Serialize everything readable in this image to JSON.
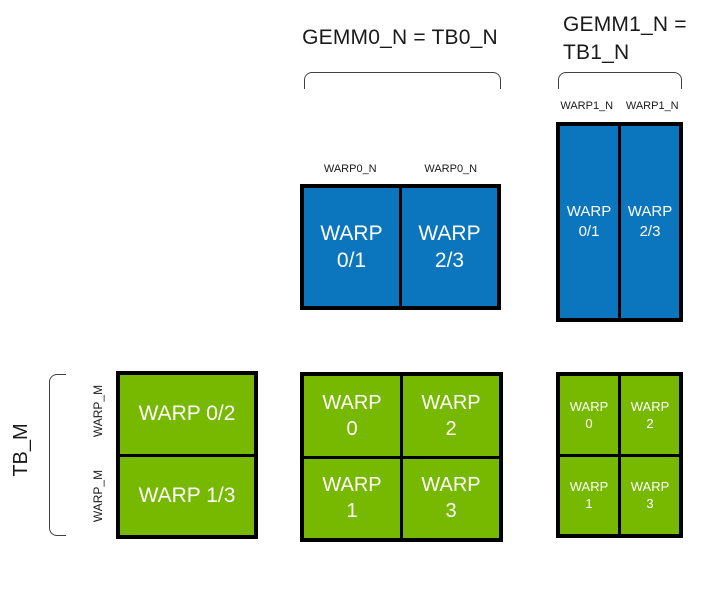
{
  "colors": {
    "blue": "#0b75be",
    "green": "#76b900",
    "border": "#000000",
    "ink": "#1a1a1a",
    "bracket": "#404040",
    "cell_text": "#ffffff"
  },
  "titles": {
    "gemm0": "GEMM0_N = TB0_N",
    "gemm1_line1": "GEMM1_N =",
    "gemm1_line2": "TB1_N"
  },
  "axis": {
    "tb_m": "TB_M",
    "warp_m_top": "WARP_M",
    "warp_m_bottom": "WARP_M",
    "warp0_n_left": "WARP0_N",
    "warp0_n_right": "WARP0_N",
    "warp1_n_left": "WARP1_N",
    "warp1_n_right": "WARP1_N"
  },
  "gemm0_acc": {
    "cells": [
      {
        "l1": "WARP",
        "l2": "0/1"
      },
      {
        "l1": "WARP",
        "l2": "2/3"
      }
    ]
  },
  "gemm1_acc": {
    "cells": [
      {
        "l1": "WARP",
        "l2": "0/1"
      },
      {
        "l1": "WARP",
        "l2": "2/3"
      }
    ]
  },
  "tb_block": {
    "rows": [
      "WARP 0/2",
      "WARP 1/3"
    ]
  },
  "gemm0_warp": {
    "cells": [
      {
        "l1": "WARP",
        "l2": "0"
      },
      {
        "l1": "WARP",
        "l2": "2"
      },
      {
        "l1": "WARP",
        "l2": "1"
      },
      {
        "l1": "WARP",
        "l2": "3"
      }
    ]
  },
  "gemm1_warp": {
    "cells": [
      {
        "l1": "WARP",
        "l2": "0"
      },
      {
        "l1": "WARP",
        "l2": "2"
      },
      {
        "l1": "WARP",
        "l2": "1"
      },
      {
        "l1": "WARP",
        "l2": "3"
      }
    ]
  }
}
